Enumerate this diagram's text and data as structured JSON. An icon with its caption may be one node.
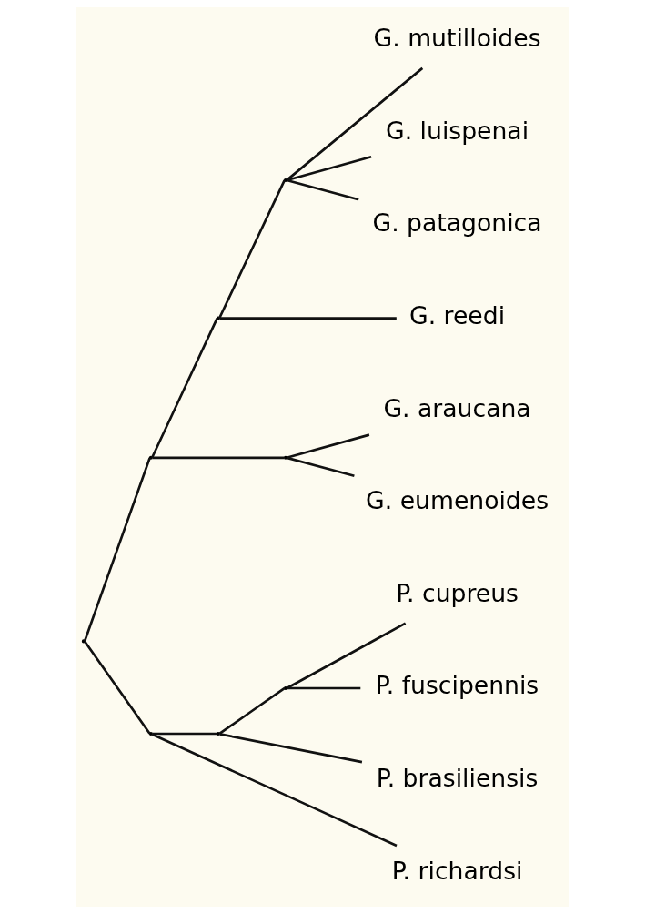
{
  "diagram": {
    "nodes": [
      {
        "text": [],
        "shape": "point"
      },
      {
        "text": [],
        "shape": "point"
      },
      {
        "text": [],
        "shape": "point"
      },
      {
        "text": [],
        "shape": "point"
      },
      {
        "text": [],
        "shape": "point"
      },
      {
        "text": [],
        "shape": "point"
      },
      {
        "text": [],
        "shape": "point"
      },
      {
        "text": [],
        "shape": "point"
      },
      {
        "text": [
          "G. mutilloides"
        ]
      },
      {
        "text": [
          "G. luispenai"
        ]
      },
      {
        "text": [
          "G. patagonica"
        ]
      },
      {
        "text": [
          "G. reedi"
        ]
      },
      {
        "text": [
          "G. araucana"
        ]
      },
      {
        "text": [
          "G. eumenoides"
        ]
      },
      {
        "text": [
          "P. richardsi"
        ]
      },
      {
        "text": [
          "P. brasiliensis"
        ]
      },
      {
        "text": [
          "P. cupreus"
        ]
      },
      {
        "text": [
          "P. fuscipennis"
        ]
      }
    ],
    "edges": [
      {
        "from": 0,
        "to": 1,
        "arrow": "none"
      },
      {
        "from": 0,
        "to": 5,
        "arrow": "none"
      },
      {
        "from": 1,
        "to": 2,
        "arrow": "none"
      },
      {
        "from": 1,
        "to": 4,
        "arrow": "none"
      },
      {
        "from": 2,
        "to": 3,
        "arrow": "none"
      },
      {
        "from": 2,
        "to": 11,
        "arrow": "none"
      },
      {
        "from": 3,
        "to": 8,
        "arrow": "none"
      },
      {
        "from": 3,
        "to": 9,
        "arrow": "none"
      },
      {
        "from": 3,
        "to": 10,
        "arrow": "none"
      },
      {
        "from": 4,
        "to": 12,
        "arrow": "none"
      },
      {
        "from": 4,
        "to": 13,
        "arrow": "none"
      },
      {
        "from": 5,
        "to": 14,
        "arrow": "none"
      },
      {
        "from": 5,
        "to": 6,
        "arrow": "none"
      },
      {
        "from": 6,
        "to": 15,
        "arrow": "none"
      },
      {
        "from": 6,
        "to": 7,
        "arrow": "none"
      },
      {
        "from": 7,
        "to": 16,
        "arrow": "none"
      },
      {
        "from": 7,
        "to": 17,
        "arrow": "none"
      }
    ]
  }
}
